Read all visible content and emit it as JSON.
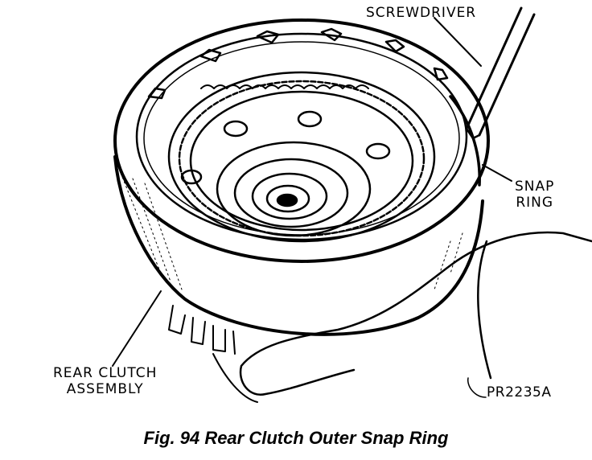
{
  "labels": {
    "screwdriver": "SCREWDRIVER",
    "snap_ring_line1": "SNAP",
    "snap_ring_line2": "RING",
    "rear_clutch_line1": "REAR CLUTCH",
    "rear_clutch_line2": "ASSEMBLY",
    "figure_id": "PR2235A"
  },
  "caption": "Fig. 94 Rear Clutch Outer Snap Ring",
  "colors": {
    "ink": "#000000",
    "paper": "#ffffff"
  }
}
